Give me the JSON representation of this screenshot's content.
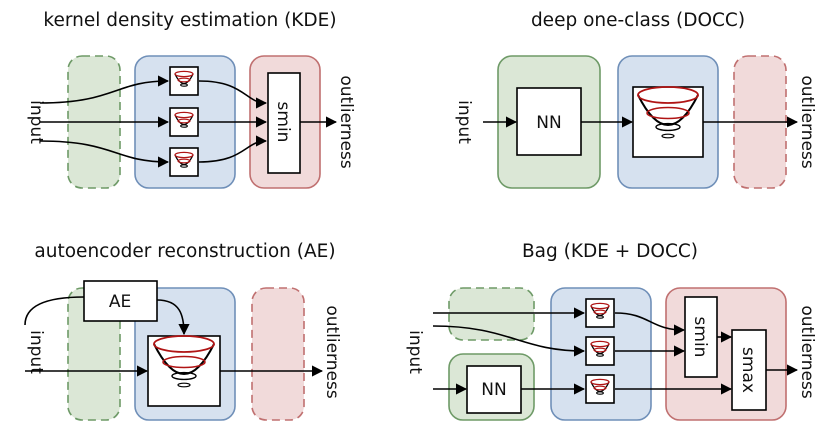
{
  "titles": {
    "kde": "kernel density estimation (KDE)",
    "docc": "deep one-class (DOCC)",
    "ae": "autoencoder reconstruction (AE)",
    "bag": "Bag (KDE + DOCC)"
  },
  "labels": {
    "input": "input",
    "outlierness": "outlierness",
    "smin": "smin",
    "smax": "smax",
    "nn": "NN",
    "ae": "AE"
  },
  "colors": {
    "green_fill": "#dbe7d6",
    "green_stroke": "#6e9a67",
    "blue_fill": "#d6e1ef",
    "blue_stroke": "#6f8fb8",
    "red_fill": "#f1dada",
    "red_stroke": "#c07070",
    "bowl_red": "#b01414"
  }
}
